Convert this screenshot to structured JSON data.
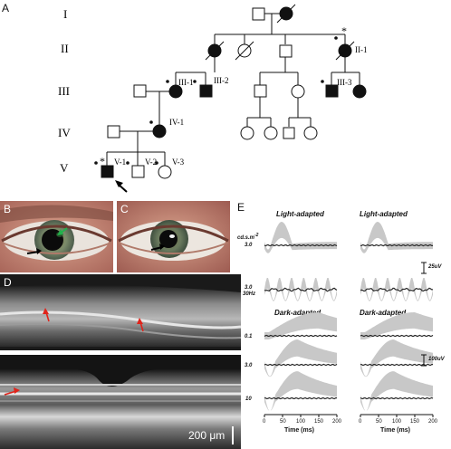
{
  "panels": {
    "A": "A",
    "B": "B",
    "C": "C",
    "D": "D",
    "E": "E"
  },
  "pedigree": {
    "generations": [
      "I",
      "II",
      "III",
      "IV",
      "V"
    ],
    "ids": {
      "II-1": "II-1",
      "III-1": "III-1",
      "III-2": "III-2",
      "III-3": "III-3",
      "IV-1": "IV-1",
      "V-1": "V-1",
      "V-2": "V-2",
      "V-3": "V-3"
    },
    "marks": {
      "star": "*",
      "dot": "•"
    }
  },
  "oct": {
    "scale_bar": "200 μm"
  },
  "erg": {
    "units_label": "cd.s.m",
    "units_sup": "-2",
    "titles": {
      "light_left": "Light-adapted",
      "light_right": "Light-adapted",
      "dark_left": "Dark-adapted",
      "dark_right": "Dark-adapted"
    },
    "row_labels": {
      "r1": "3.0",
      "r2a": "3.0",
      "r2b": "30Hz",
      "r3": "0.1",
      "r4": "3.0",
      "r5": "10"
    },
    "scale_bars": {
      "light": "25uV",
      "dark": "100uV"
    },
    "x_ticks": [
      "0",
      "50",
      "100",
      "150",
      "200"
    ],
    "x_label": "Time (ms)"
  },
  "colors": {
    "affected": "#111111",
    "arrow_red": "#e0241b",
    "arrow_green": "#22b14c",
    "arrow_black": "#000000",
    "erg_band": "#c8c8c8",
    "erg_trace": "#2a2a2a"
  }
}
